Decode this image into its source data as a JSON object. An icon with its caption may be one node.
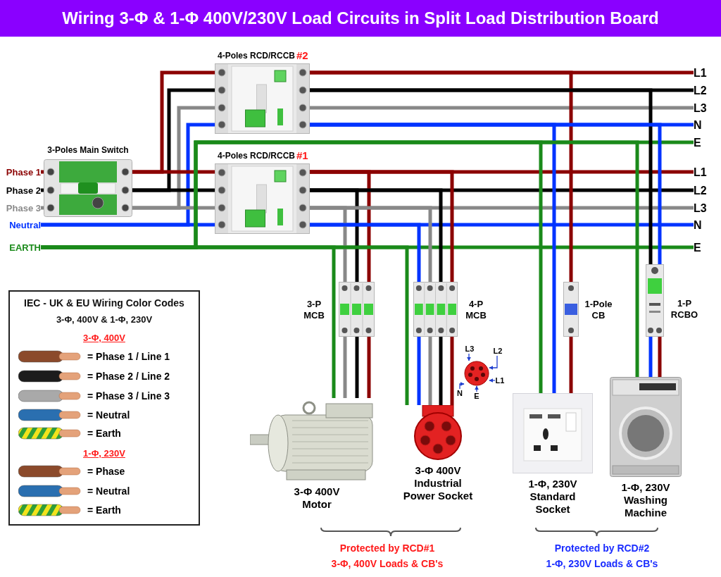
{
  "diagram": {
    "title": "Wiring 3-Φ & 1-Φ 400V/230V Load Circuits in Split Load Distribution Board",
    "nodes": [
      {
        "text": [
          "4-Poles RCD/RCCB",
          "#2"
        ]
      },
      {
        "text": [
          "3-Poles Main Switch"
        ]
      },
      {
        "text": [
          "4-Poles RCD/RCCB",
          "#1"
        ]
      },
      {
        "text": [
          "Phase 1"
        ]
      },
      {
        "text": [
          "Phase 2"
        ]
      },
      {
        "text": [
          "Phase 3"
        ]
      },
      {
        "text": [
          "Neutral"
        ]
      },
      {
        "text": [
          "EARTH"
        ]
      },
      {
        "text": [
          "L1"
        ]
      },
      {
        "text": [
          "L2"
        ]
      },
      {
        "text": [
          "L3"
        ]
      },
      {
        "text": [
          "N"
        ]
      },
      {
        "text": [
          "E"
        ]
      },
      {
        "text": [
          "L1"
        ]
      },
      {
        "text": [
          "L2"
        ]
      },
      {
        "text": [
          "L3"
        ]
      },
      {
        "text": [
          "N"
        ]
      },
      {
        "text": [
          "E"
        ]
      },
      {
        "text": [
          "3-P MCB"
        ]
      },
      {
        "text": [
          "4-P MCB"
        ]
      },
      {
        "text": [
          "1-Pole CB"
        ]
      },
      {
        "text": [
          "1-P RCBO"
        ]
      },
      {
        "text": [
          "3-Φ 400V Motor"
        ]
      },
      {
        "text": [
          "3-Φ 400V Industrial Power Socket"
        ]
      },
      {
        "text": [],
        "shape": "picture"
      },
      {
        "text": [
          "L3"
        ]
      },
      {
        "text": [
          "L2"
        ]
      },
      {
        "text": [
          "L1"
        ]
      },
      {
        "text": [
          "N"
        ]
      },
      {
        "text": [
          "E"
        ]
      },
      {
        "text": [
          "1-Φ, 230V Standard Socket"
        ]
      },
      {
        "text": [
          "1-Φ, 230V Washing Machine"
        ]
      }
    ],
    "edges": [
      {
        "from": 3,
        "to": 1,
        "arrow": "none",
        "color": "#8b0000"
      },
      {
        "from": 4,
        "to": 1,
        "arrow": "none",
        "color": "#000000"
      },
      {
        "from": 5,
        "to": 1,
        "arrow": "none",
        "color": "#888888"
      },
      {
        "from": 1,
        "to": 0,
        "arrow": "none",
        "color": "#8b0000"
      },
      {
        "from": 1,
        "to": 0,
        "arrow": "none",
        "color": "#000000"
      },
      {
        "from": 1,
        "to": 0,
        "arrow": "none",
        "color": "#888888"
      },
      {
        "from": 6,
        "to": 0,
        "arrow": "none",
        "color": "#0033ff"
      },
      {
        "from": 1,
        "to": 2,
        "arrow": "none",
        "color": "#8b0000"
      },
      {
        "from": 1,
        "to": 2,
        "arrow": "none",
        "color": "#000000"
      },
      {
        "from": 1,
        "to": 2,
        "arrow": "none",
        "color": "#888888"
      },
      {
        "from": 6,
        "to": 2,
        "arrow": "none",
        "color": "#0033ff"
      },
      {
        "from": 7,
        "to": 12,
        "arrow": "none",
        "color": "#1a8a1a"
      },
      {
        "from": 7,
        "to": 17,
        "arrow": "none",
        "color": "#1a8a1a"
      },
      {
        "from": 0,
        "to": 8,
        "arrow": "none",
        "color": "#8b0000"
      },
      {
        "from": 0,
        "to": 9,
        "arrow": "none",
        "color": "#000000"
      },
      {
        "from": 0,
        "to": 10,
        "arrow": "none",
        "color": "#888888"
      },
      {
        "from": 0,
        "to": 11,
        "arrow": "none",
        "color": "#0033ff"
      },
      {
        "from": 2,
        "to": 13,
        "arrow": "none",
        "color": "#8b0000"
      },
      {
        "from": 2,
        "to": 14,
        "arrow": "none",
        "color": "#000000"
      },
      {
        "from": 2,
        "to": 15,
        "arrow": "none",
        "color": "#888888"
      },
      {
        "from": 2,
        "to": 16,
        "arrow": "none",
        "color": "#0033ff"
      },
      {
        "from": 2,
        "to": 18,
        "arrow": "none",
        "color": "#888888"
      },
      {
        "from": 2,
        "to": 18,
        "arrow": "none",
        "color": "#000000"
      },
      {
        "from": 2,
        "to": 18,
        "arrow": "none",
        "color": "#8b0000"
      },
      {
        "from": 2,
        "to": 19,
        "arrow": "none",
        "color": "#0033ff"
      },
      {
        "from": 2,
        "to": 19,
        "arrow": "none",
        "color": "#888888"
      },
      {
        "from": 2,
        "to": 19,
        "arrow": "none",
        "color": "#000000"
      },
      {
        "from": 2,
        "to": 19,
        "arrow": "none",
        "color": "#8b0000"
      },
      {
        "from": 0,
        "to": 20,
        "arrow": "none",
        "color": "#8b0000"
      },
      {
        "from": 0,
        "to": 30,
        "arrow": "none",
        "color": "#0033ff"
      },
      {
        "from": 0,
        "to": 21,
        "arrow": "none",
        "color": "#000000"
      },
      {
        "from": 0,
        "to": 21,
        "arrow": "none",
        "color": "#0033ff"
      },
      {
        "from": 7,
        "to": 22,
        "arrow": "none",
        "color": "#1a8a1a"
      },
      {
        "from": 7,
        "to": 23,
        "arrow": "none",
        "color": "#1a8a1a"
      },
      {
        "from": 7,
        "to": 30,
        "arrow": "none",
        "color": "#1a8a1a"
      },
      {
        "from": 7,
        "to": 31,
        "arrow": "none",
        "color": "#1a8a1a"
      },
      {
        "from": 18,
        "to": 22,
        "arrow": "none",
        "color": "#888888"
      },
      {
        "from": 18,
        "to": 22,
        "arrow": "none",
        "color": "#000000"
      },
      {
        "from": 18,
        "to": 22,
        "arrow": "none",
        "color": "#8b0000"
      },
      {
        "from": 19,
        "to": 23,
        "arrow": "none",
        "color": "#0033ff"
      },
      {
        "from": 19,
        "to": 23,
        "arrow": "none",
        "color": "#888888"
      },
      {
        "from": 19,
        "to": 23,
        "arrow": "none",
        "color": "#000000"
      },
      {
        "from": 19,
        "to": 23,
        "arrow": "none",
        "color": "#8b0000"
      },
      {
        "from": 20,
        "to": 30,
        "arrow": "none",
        "color": "#8b0000"
      },
      {
        "from": 21,
        "to": 31,
        "arrow": "none",
        "color": "#0033ff"
      },
      {
        "from": 21,
        "to": 31,
        "arrow": "none",
        "color": "#8b0000"
      },
      {
        "from": 25,
        "to": 24,
        "arrow": "to",
        "color": "#1f3fd0"
      },
      {
        "from": 26,
        "to": 24,
        "arrow": "to",
        "color": "#1f3fd0"
      },
      {
        "from": 27,
        "to": 24,
        "arrow": "to",
        "color": "#1f3fd0"
      },
      {
        "from": 28,
        "to": 24,
        "arrow": "to",
        "color": "#1f3fd0"
      },
      {
        "from": 29,
        "to": 24,
        "arrow": "to",
        "color": "#1f3fd0"
      }
    ],
    "labels": [
      "IEC - UK & EU Wiring Color Codes",
      "3-Φ, 400V & 1-Φ, 230V",
      "3-Φ, 400V",
      "1-Φ, 230V",
      "Protected by RCD#1",
      "3-Φ, 400V Loads & CB's",
      "Protected by RCD#2",
      "1-Φ, 230V Loads & CB's"
    ],
    "legend": [
      {
        "text": "= Phase 1 / Line 1"
      },
      {
        "text": "= Phase 2 / Line 2"
      },
      {
        "text": "= Phase 3 / Line 3"
      },
      {
        "text": "= Neutral"
      },
      {
        "text": "= Earth"
      },
      {
        "text": "= Phase"
      },
      {
        "text": "= Neutral"
      },
      {
        "text": "= Earth"
      }
    ]
  }
}
